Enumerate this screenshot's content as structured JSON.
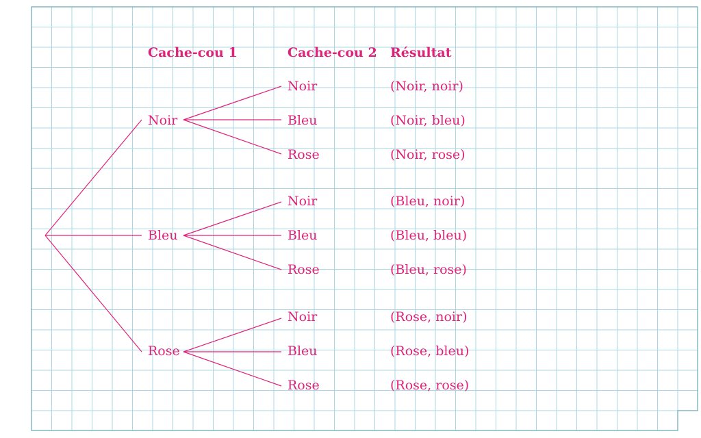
{
  "colors": {
    "accent": "#e0237a",
    "grid": "#a9d7e6",
    "frame": "#6aa9b5"
  },
  "headers": {
    "level1": "Cache-cou 1",
    "level2": "Cache-cou 2",
    "result": "Résultat"
  },
  "tree": [
    {
      "label": "Noir",
      "children": [
        {
          "label": "Noir",
          "result": "(Noir, noir)"
        },
        {
          "label": "Bleu",
          "result": "(Noir, bleu)"
        },
        {
          "label": "Rose",
          "result": "(Noir, rose)"
        }
      ]
    },
    {
      "label": "Bleu",
      "children": [
        {
          "label": "Noir",
          "result": "(Bleu, noir)"
        },
        {
          "label": "Bleu",
          "result": "(Bleu, bleu)"
        },
        {
          "label": "Rose",
          "result": "(Bleu, rose)"
        }
      ]
    },
    {
      "label": "Rose",
      "children": [
        {
          "label": "Noir",
          "result": "(Rose, noir)"
        },
        {
          "label": "Bleu",
          "result": "(Rose, bleu)"
        },
        {
          "label": "Rose",
          "result": "(Rose, rose)"
        }
      ]
    }
  ]
}
